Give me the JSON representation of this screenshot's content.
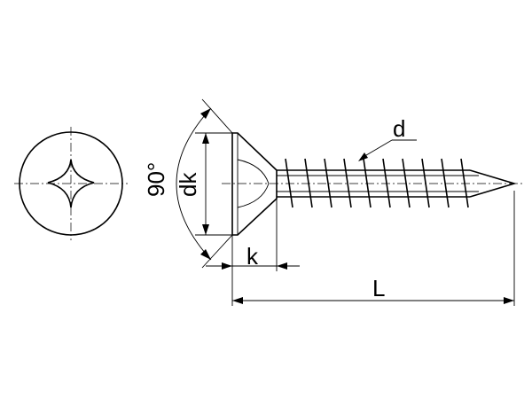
{
  "labels": {
    "thread_diameter": "d",
    "head_height": "k",
    "head_diameter": "dk",
    "head_angle": "90°",
    "length": "L"
  }
}
